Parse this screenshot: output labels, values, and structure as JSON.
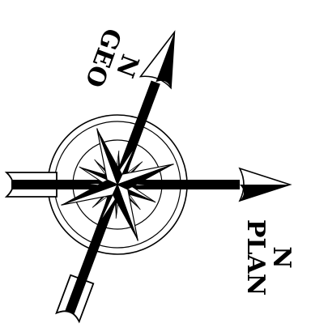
{
  "labels": {
    "geo_n": "N",
    "geo_text": "GEO",
    "plan_n": "N",
    "plan_text": "PLAN"
  },
  "colors": {
    "ink": "#000000",
    "paper": "#ffffff"
  },
  "icons": {
    "rose": "compass-rose-icon",
    "geo_arrow": "geo-north-arrow-icon",
    "plan_arrow": "plan-north-arrow-icon"
  }
}
